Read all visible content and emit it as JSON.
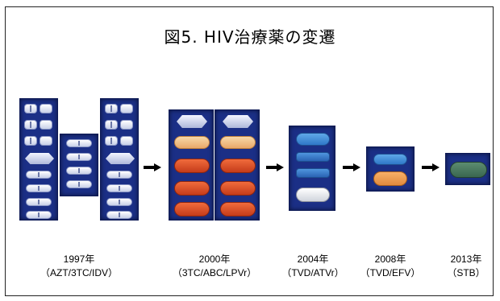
{
  "title": "図5. HIV治療薬の変遷",
  "eras": [
    {
      "year": "1997年",
      "regimen": "（AZT/3TC/IDV）"
    },
    {
      "year": "2000年",
      "regimen": "（3TC/ABC/LPVr）"
    },
    {
      "year": "2004年",
      "regimen": "（TVD/ATVr）"
    },
    {
      "year": "2008年",
      "regimen": "（TVD/EFV）"
    },
    {
      "year": "2013年",
      "regimen": "（STB）"
    }
  ],
  "icons": {
    "arrow": "right-arrow-icon"
  }
}
